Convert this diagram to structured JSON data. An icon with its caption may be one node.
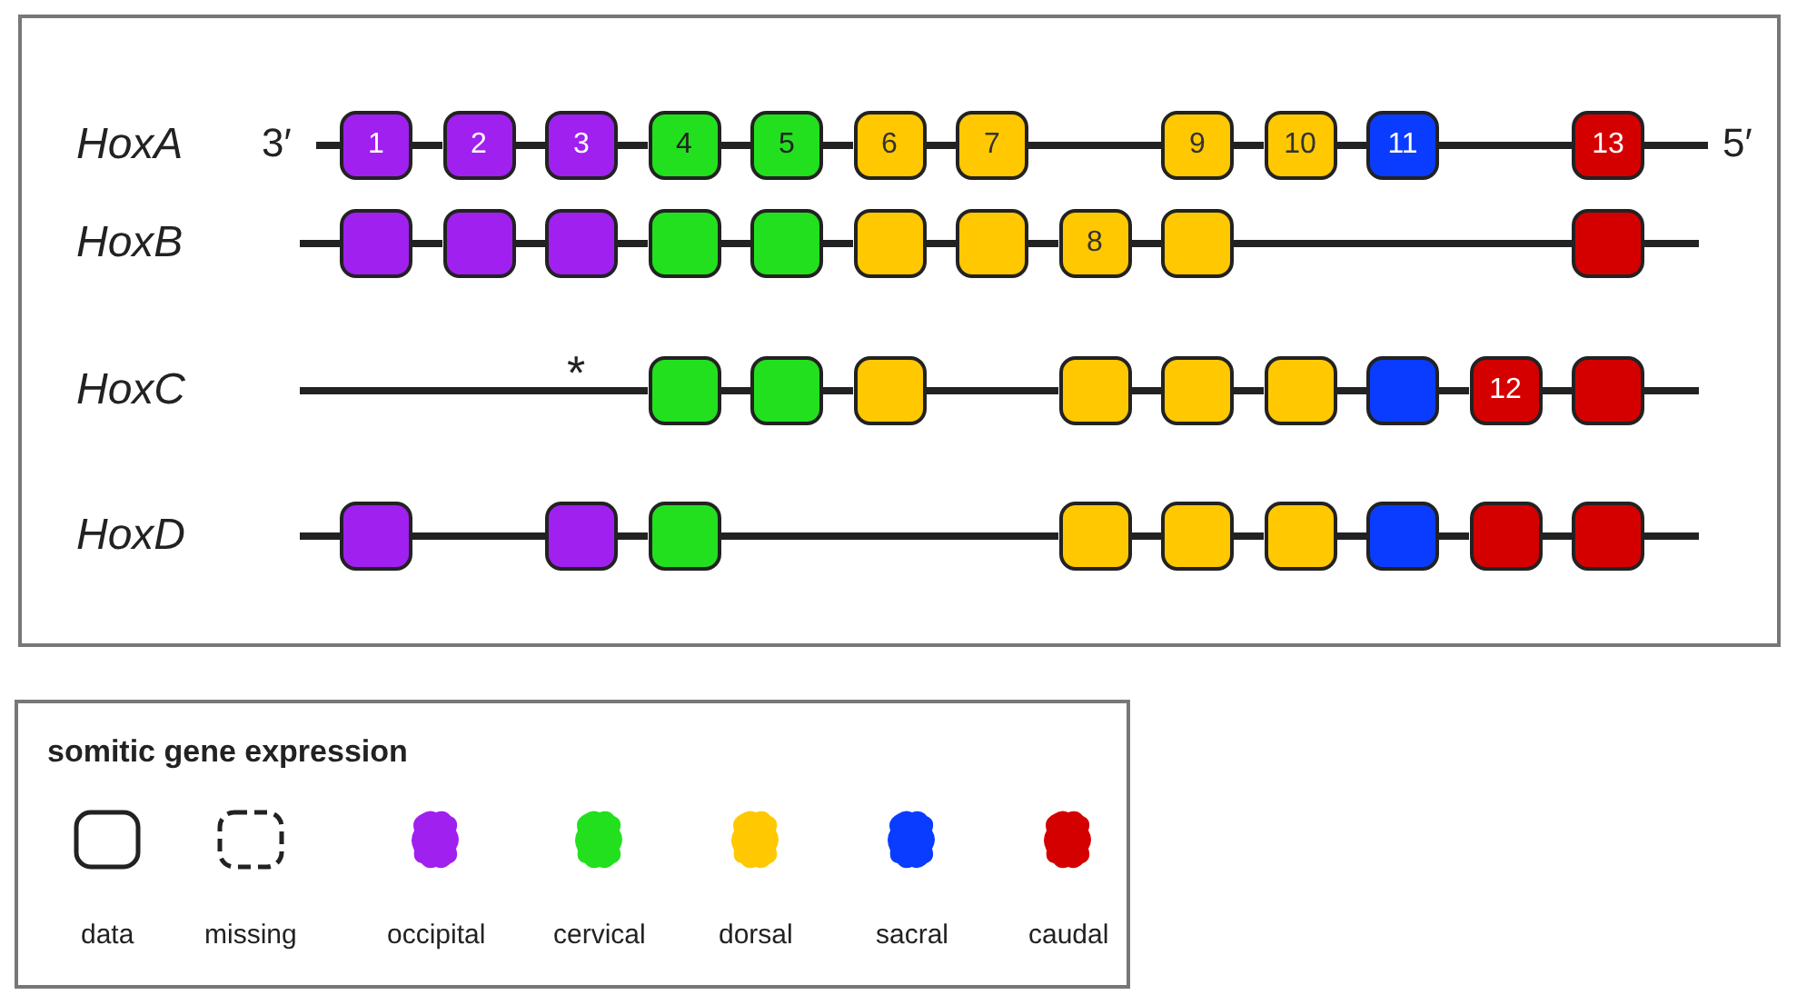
{
  "diagram": {
    "nodes": [
      {
        "text": [
          "1"
        ]
      },
      {
        "text": [
          "2"
        ]
      },
      {
        "text": [
          "3"
        ]
      },
      {
        "text": [
          "4"
        ]
      },
      {
        "text": [
          "5"
        ]
      },
      {
        "text": [
          "6"
        ]
      },
      {
        "text": [
          "7"
        ]
      },
      {
        "text": [
          "9"
        ]
      },
      {
        "text": [
          "10"
        ]
      },
      {
        "text": [
          "11"
        ]
      },
      {
        "text": [
          "13"
        ]
      },
      {
        "text": [],
        "shape": "box"
      },
      {
        "text": [],
        "shape": "box"
      },
      {
        "text": [],
        "shape": "box"
      },
      {
        "text": [],
        "shape": "box"
      },
      {
        "text": [],
        "shape": "box"
      },
      {
        "text": [],
        "shape": "box"
      },
      {
        "text": [],
        "shape": "box"
      },
      {
        "text": [
          "8"
        ]
      },
      {
        "text": [],
        "shape": "box"
      },
      {
        "text": [],
        "shape": "box"
      },
      {
        "text": [],
        "shape": "box"
      },
      {
        "text": [],
        "shape": "box"
      },
      {
        "text": [],
        "shape": "box"
      },
      {
        "text": [],
        "shape": "box"
      },
      {
        "text": [],
        "shape": "box"
      },
      {
        "text": [],
        "shape": "box"
      },
      {
        "text": [],
        "shape": "box"
      },
      {
        "text": [
          "12"
        ]
      },
      {
        "text": [],
        "shape": "box"
      },
      {
        "text": [],
        "shape": "box"
      },
      {
        "text": [],
        "shape": "box"
      },
      {
        "text": [],
        "shape": "box"
      },
      {
        "text": [],
        "shape": "box"
      },
      {
        "text": [],
        "shape": "box"
      },
      {
        "text": [],
        "shape": "box"
      },
      {
        "text": [],
        "shape": "box"
      },
      {
        "text": [],
        "shape": "box"
      },
      {
        "text": [],
        "shape": "box"
      }
    ],
    "edges": [
      {
        "from": null,
        "to": 0,
        "arrow": "none"
      },
      {
        "from": 0,
        "to": 1,
        "arrow": "none"
      },
      {
        "from": 1,
        "to": 2,
        "arrow": "none"
      },
      {
        "from": 2,
        "to": 3,
        "arrow": "none"
      },
      {
        "from": 3,
        "to": 4,
        "arrow": "none"
      },
      {
        "from": 4,
        "to": 5,
        "arrow": "none"
      },
      {
        "from": 5,
        "to": 6,
        "arrow": "none"
      },
      {
        "from": 6,
        "to": 7,
        "arrow": "none"
      },
      {
        "from": 7,
        "to": 8,
        "arrow": "none"
      },
      {
        "from": 8,
        "to": 9,
        "arrow": "none"
      },
      {
        "from": 9,
        "to": 10,
        "arrow": "none"
      },
      {
        "from": 10,
        "to": null,
        "arrow": "none"
      },
      {
        "from": null,
        "to": 11,
        "arrow": "none"
      },
      {
        "from": 11,
        "to": 12,
        "arrow": "none"
      },
      {
        "from": 12,
        "to": 13,
        "arrow": "none"
      },
      {
        "from": 13,
        "to": 14,
        "arrow": "none"
      },
      {
        "from": 14,
        "to": 15,
        "arrow": "none"
      },
      {
        "from": 15,
        "to": 16,
        "arrow": "none"
      },
      {
        "from": 16,
        "to": 17,
        "arrow": "none"
      },
      {
        "from": 17,
        "to": 18,
        "arrow": "none"
      },
      {
        "from": 18,
        "to": 19,
        "arrow": "none"
      },
      {
        "from": 19,
        "to": 20,
        "arrow": "none"
      },
      {
        "from": 20,
        "to": null,
        "arrow": "none"
      },
      {
        "from": null,
        "to": 21,
        "arrow": "none"
      },
      {
        "from": 21,
        "to": 22,
        "arrow": "none"
      },
      {
        "from": 22,
        "to": 23,
        "arrow": "none"
      },
      {
        "from": 23,
        "to": 24,
        "arrow": "none"
      },
      {
        "from": 24,
        "to": 25,
        "arrow": "none"
      },
      {
        "from": 25,
        "to": 26,
        "arrow": "none"
      },
      {
        "from": 26,
        "to": 27,
        "arrow": "none"
      },
      {
        "from": 27,
        "to": 28,
        "arrow": "none"
      },
      {
        "from": 28,
        "to": 29,
        "arrow": "none"
      },
      {
        "from": 29,
        "to": null,
        "arrow": "none"
      },
      {
        "from": null,
        "to": 30,
        "arrow": "none"
      },
      {
        "from": 30,
        "to": 31,
        "arrow": "none"
      },
      {
        "from": 31,
        "to": 32,
        "arrow": "none"
      },
      {
        "from": 32,
        "to": 33,
        "arrow": "none"
      },
      {
        "from": 33,
        "to": 34,
        "arrow": "none"
      },
      {
        "from": 34,
        "to": 35,
        "arrow": "none"
      },
      {
        "from": 35,
        "to": 36,
        "arrow": "none"
      },
      {
        "from": 36,
        "to": 37,
        "arrow": "none"
      },
      {
        "from": 37,
        "to": 38,
        "arrow": "none"
      },
      {
        "from": 38,
        "to": null,
        "arrow": "none"
      }
    ],
    "labels": [
      "HoxA",
      "3′",
      "5′",
      "HoxB",
      "HoxC",
      "*",
      "HoxD",
      "somitic gene expression"
    ],
    "legend": [
      {
        "text": "data"
      },
      {
        "text": "missing"
      },
      {
        "text": "occipital",
        "color": "#a020f0"
      },
      {
        "text": "cervical",
        "color": "#22e01e"
      },
      {
        "text": "dorsal",
        "color": "#ffc800"
      },
      {
        "text": "sacral",
        "color": "#0a3cff"
      },
      {
        "text": "caudal",
        "color": "#d40000"
      }
    ]
  }
}
